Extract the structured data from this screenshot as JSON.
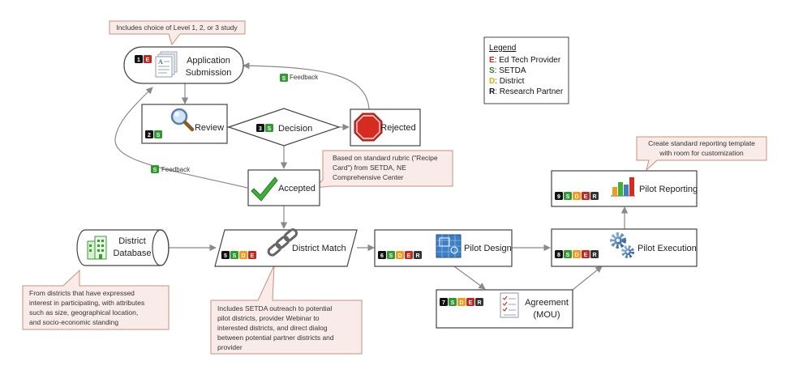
{
  "legend": {
    "title": "Legend",
    "items": [
      {
        "key": "E",
        "text": ": Ed Tech Provider",
        "color": "#c62828"
      },
      {
        "key": "S",
        "text": ": SETDA",
        "color": "#2e7d32"
      },
      {
        "key": "D",
        "text": ": District",
        "color": "#e6a800"
      },
      {
        "key": "R",
        "text": ": Research Partner",
        "color": "#111111"
      }
    ]
  },
  "colors": {
    "E": "#c8261f",
    "S": "#2f9a2f",
    "D": "#f29b1d",
    "R": "#333333",
    "num": "#111111",
    "note_fill": "#f9ece8",
    "note_stroke": "#c98f80"
  },
  "nodes": {
    "application": {
      "line1": "Application",
      "line2": "Submission",
      "number": "1",
      "roles": [
        "E"
      ],
      "icon": "document-icon"
    },
    "review": {
      "label": "Review",
      "number": "2",
      "roles": [
        "S"
      ],
      "icon": "magnifier-icon"
    },
    "decision": {
      "label": "Decision",
      "number": "3",
      "roles": [
        "S"
      ]
    },
    "rejected": {
      "label": "Rejected",
      "icon": "stop-sign-icon"
    },
    "accepted": {
      "label": "Accepted",
      "icon": "checkmark-icon"
    },
    "database": {
      "line1": "District",
      "line2": "Database",
      "icon": "building-icon"
    },
    "match": {
      "label": "District Match",
      "number": "5",
      "roles": [
        "S",
        "D",
        "E"
      ],
      "icon": "chain-link-icon"
    },
    "design": {
      "label": "Pilot Design",
      "number": "6",
      "roles": [
        "S",
        "D",
        "E",
        "R"
      ],
      "icon": "blueprint-icon"
    },
    "agreement": {
      "line1": "Agreement",
      "line2": "(MOU)",
      "number": "7",
      "roles": [
        "S",
        "D",
        "E",
        "R"
      ],
      "icon": "checklist-icon"
    },
    "execution": {
      "label": "Pilot Execution",
      "number": "8",
      "roles": [
        "S",
        "D",
        "E",
        "R"
      ],
      "icon": "gears-icon"
    },
    "reporting": {
      "label": "Pilot Reporting",
      "number": "9",
      "roles": [
        "S",
        "D",
        "E",
        "R"
      ],
      "icon": "bar-chart-icon"
    }
  },
  "feedback": {
    "top": "Feedback",
    "left": "Feedback",
    "roles": [
      "S"
    ]
  },
  "notes": {
    "application": [
      "Includes choice of Level 1, 2, or 3 study"
    ],
    "accepted": [
      "Based on standard rubric (\"Recipe",
      "Card\") from SETDA, NE",
      "Comprehensive Center"
    ],
    "reporting": [
      "Create standard reporting template",
      "with room for customization"
    ],
    "database": [
      "From districts that have expressed",
      "interest in participating, with attributes",
      "such as size, geographical location,",
      "and socio-economic standing"
    ],
    "match": [
      "Includes SETDA outreach to potential",
      "pilot districts, provider Webinar to",
      "interested districts, and direct dialog",
      "between potential partner districts and",
      "provider"
    ]
  }
}
